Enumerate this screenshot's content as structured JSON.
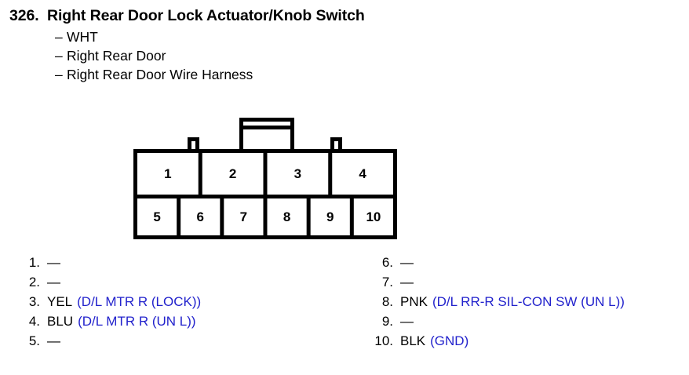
{
  "header": {
    "number": "326.",
    "title": "Right Rear Door Lock Actuator/Knob Switch",
    "dash": "–",
    "sub_lines": [
      "WHT",
      "Right Rear Door",
      "Right Rear Door Wire Harness"
    ]
  },
  "connector": {
    "top_row": [
      "1",
      "2",
      "3",
      "4"
    ],
    "bottom_row": [
      "5",
      "6",
      "7",
      "8",
      "9",
      "10"
    ],
    "stroke_color": "#000000"
  },
  "legend": {
    "empty_marker": "—",
    "description_color": "#2222cc",
    "left": [
      {
        "index": "1.",
        "color": "—",
        "desc": ""
      },
      {
        "index": "2.",
        "color": "—",
        "desc": ""
      },
      {
        "index": "3.",
        "color": "YEL",
        "desc": "(D/L MTR R (LOCK))"
      },
      {
        "index": "4.",
        "color": "BLU",
        "desc": "(D/L MTR R (UN L))"
      },
      {
        "index": "5.",
        "color": "—",
        "desc": ""
      }
    ],
    "right": [
      {
        "index": "6.",
        "color": "—",
        "desc": ""
      },
      {
        "index": "7.",
        "color": "—",
        "desc": ""
      },
      {
        "index": "8.",
        "color": "PNK",
        "desc": "(D/L RR-R SIL-CON SW (UN L))"
      },
      {
        "index": "9.",
        "color": "—",
        "desc": ""
      },
      {
        "index": "10.",
        "color": "BLK",
        "desc": "(GND)"
      }
    ]
  }
}
